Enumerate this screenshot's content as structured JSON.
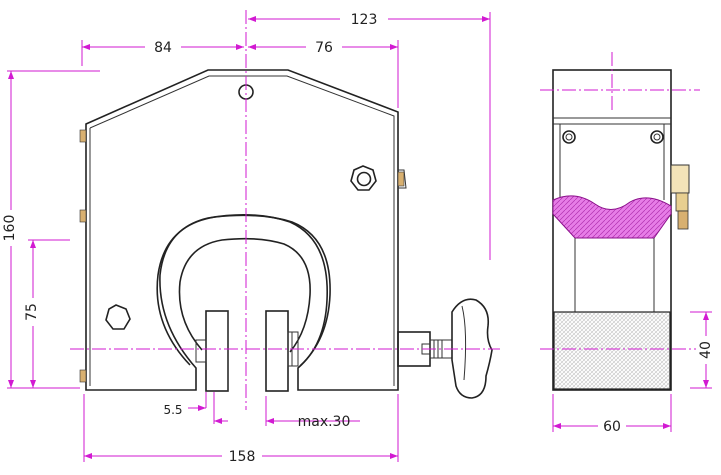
{
  "dimensions": {
    "overall_depth": "123",
    "left_of_center": "84",
    "right_of_center": "76",
    "height": "160",
    "center_height": "75",
    "slot_width": "5.5",
    "max_opening": "max.30",
    "overall_width": "158",
    "side_width": "60",
    "block_height": "40"
  },
  "colors": {
    "dimension_line": "#d21ad2",
    "outline": "#222222",
    "section_fill": "#e060e0",
    "brass": "#c8a060"
  },
  "icons": {
    "hex_bolt": "hex-bolt-icon",
    "handwheel": "handwheel-icon"
  }
}
